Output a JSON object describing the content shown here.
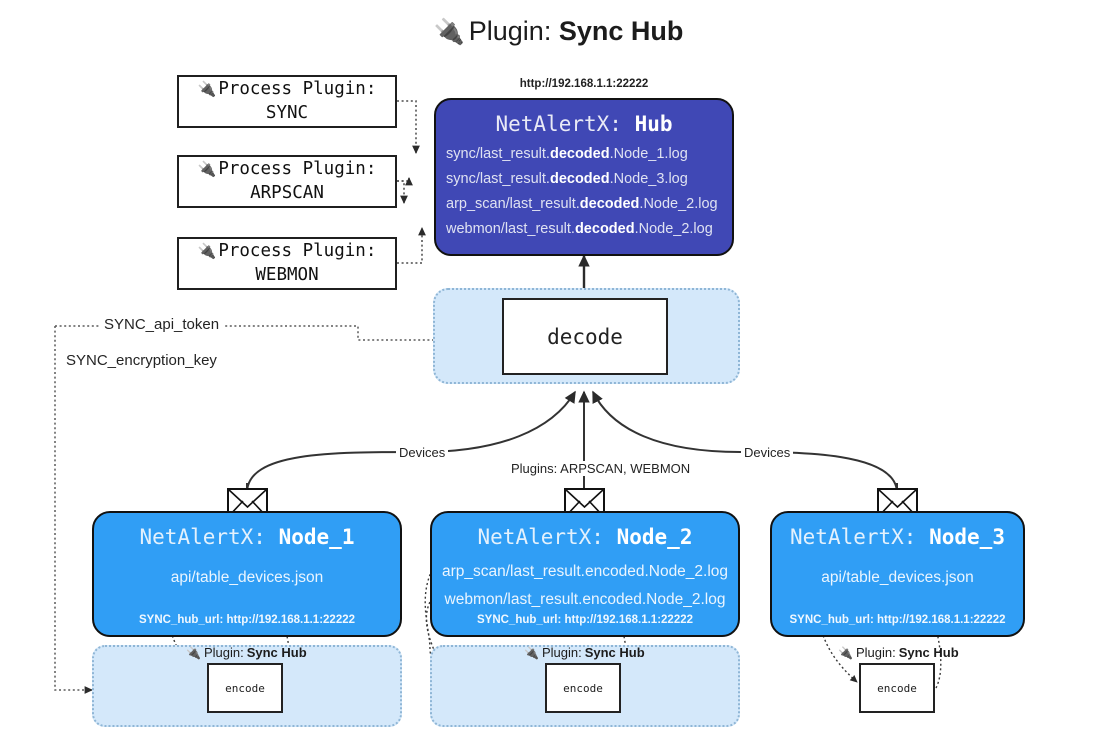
{
  "title": {
    "icon": "plug-icon",
    "prefix": "Plugin:",
    "name": "Sync Hub"
  },
  "process_plugins": [
    {
      "icon": "plug-icon",
      "line1": "Process Plugin:",
      "line2": "SYNC"
    },
    {
      "icon": "plug-icon",
      "line1": "Process Plugin:",
      "line2": "ARPSCAN"
    },
    {
      "icon": "plug-icon",
      "line1": "Process Plugin:",
      "line2": "WEBMON"
    }
  ],
  "hub": {
    "url": "http://192.168.1.1:22222",
    "name_prefix": "NetAlertX:",
    "name": "Hub",
    "logs": [
      {
        "pre": "sync/last_result.",
        "em": "decoded",
        "post": ".Node_1.log"
      },
      {
        "pre": "sync/last_result.",
        "em": "decoded",
        "post": ".Node_3.log"
      },
      {
        "pre": "arp_scan/last_result.",
        "em": "decoded",
        "post": ".Node_2.log"
      },
      {
        "pre": "webmon/last_result.",
        "em": "decoded",
        "post": ".Node_2.log"
      }
    ]
  },
  "decode": {
    "label": "decode"
  },
  "settings": {
    "api_token": "SYNC_api_token",
    "encryption_key": "SYNC_encryption_key"
  },
  "edge_labels": {
    "devices_left": "Devices",
    "devices_right": "Devices",
    "plugins_center": "Plugins: ARPSCAN, WEBMON"
  },
  "nodes": [
    {
      "name_prefix": "NetAlertX:",
      "name": "Node_1",
      "lines": [
        "api/table_devices.json"
      ],
      "hub_url_label": "SYNC_hub_url: http://192.168.1.1:22222",
      "envelope_icon": "envelope-icon",
      "plugin_caption": {
        "icon": "plug-icon",
        "prefix": "Plugin:",
        "name": "Sync Hub"
      },
      "encode_label": "encode"
    },
    {
      "name_prefix": "NetAlertX:",
      "name": "Node_2",
      "lines": [
        "arp_scan/last_result.encoded.Node_2.log",
        "webmon/last_result.encoded.Node_2.log"
      ],
      "hub_url_label": "SYNC_hub_url: http://192.168.1.1:22222",
      "envelope_icon": "envelope-icon",
      "plugin_caption": {
        "icon": "plug-icon",
        "prefix": "Plugin:",
        "name": "Sync Hub"
      },
      "encode_label": "encode"
    },
    {
      "name_prefix": "NetAlertX:",
      "name": "Node_3",
      "lines": [
        "api/table_devices.json"
      ],
      "hub_url_label": "SYNC_hub_url: http://192.168.1.1:22222",
      "envelope_icon": "envelope-icon",
      "plugin_caption": {
        "icon": "plug-icon",
        "prefix": "Plugin:",
        "name": "Sync Hub"
      },
      "encode_label": "encode"
    }
  ],
  "colors": {
    "hub_fill": "#4048b5",
    "node_fill": "#309ef5",
    "container_fill": "#d4e8fa",
    "container_border": "#8fb6d6",
    "stroke": "#1f1f1f",
    "background": "#ffffff"
  }
}
